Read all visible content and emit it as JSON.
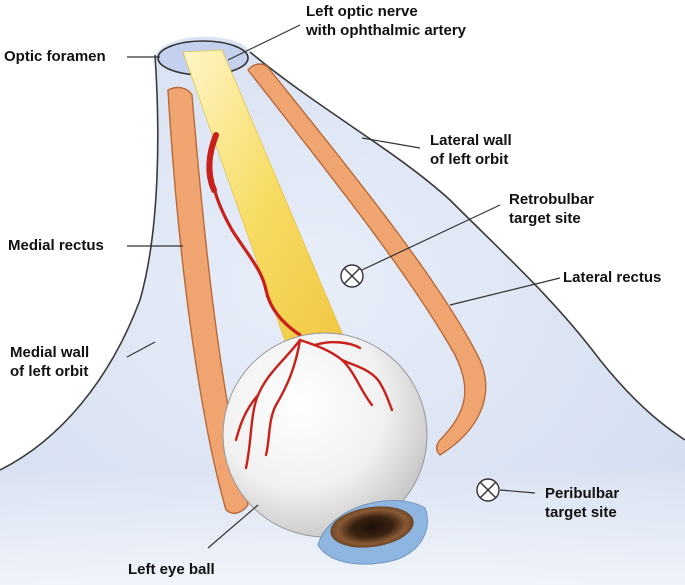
{
  "labels": {
    "optic_nerve": {
      "line1": "Left optic nerve",
      "line2": "with ophthalmic artery"
    },
    "optic_foramen": "Optic foramen",
    "lateral_wall": {
      "line1": "Lateral wall",
      "line2": "of left orbit"
    },
    "retrobulbar": {
      "line1": "Retrobulbar",
      "line2": "target site"
    },
    "medial_rectus": "Medial rectus",
    "lateral_rectus": "Lateral rectus",
    "medial_wall": {
      "line1": "Medial wall",
      "line2": "of left orbit"
    },
    "peribulbar": {
      "line1": "Peribulbar",
      "line2": "target site"
    },
    "eye_ball": "Left eye ball"
  },
  "colors": {
    "orbit_fill": "#dfe6f5",
    "orbit_outline": "#3a3a3a",
    "muscle": "#f0a470",
    "muscle_outline": "#b86a3a",
    "nerve": "#f6d860",
    "artery": "#c8201b",
    "iris": "#7a4a2a",
    "cornea": "#8fb6e0"
  },
  "icons": {
    "target_marker": "circled-x-icon"
  }
}
